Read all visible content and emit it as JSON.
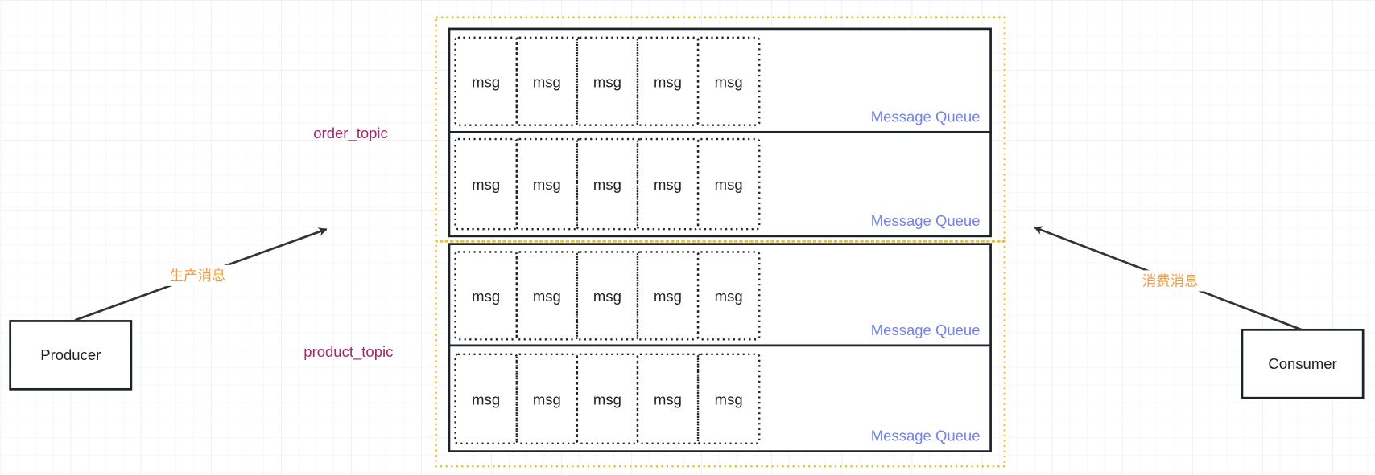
{
  "producer": {
    "label": "Producer"
  },
  "consumer": {
    "label": "Consumer"
  },
  "produce_label": "生产消息",
  "consume_label": "消费消息",
  "topics": [
    {
      "name": "order_topic",
      "queues": [
        {
          "label": "Message Queue",
          "messages": [
            "msg",
            "msg",
            "msg",
            "msg",
            "msg"
          ]
        },
        {
          "label": "Message Queue",
          "messages": [
            "msg",
            "msg",
            "msg",
            "msg",
            "msg"
          ]
        }
      ]
    },
    {
      "name": "product_topic",
      "queues": [
        {
          "label": "Message Queue",
          "messages": [
            "msg",
            "msg",
            "msg",
            "msg",
            "msg"
          ]
        },
        {
          "label": "Message Queue",
          "messages": [
            "msg",
            "msg",
            "msg",
            "msg",
            "msg"
          ]
        }
      ]
    }
  ],
  "colors": {
    "topic_border": "#e6c02e",
    "queue_label": "#7281ee",
    "topic_label": "#a12766",
    "arrow_label": "#f59a3c"
  }
}
